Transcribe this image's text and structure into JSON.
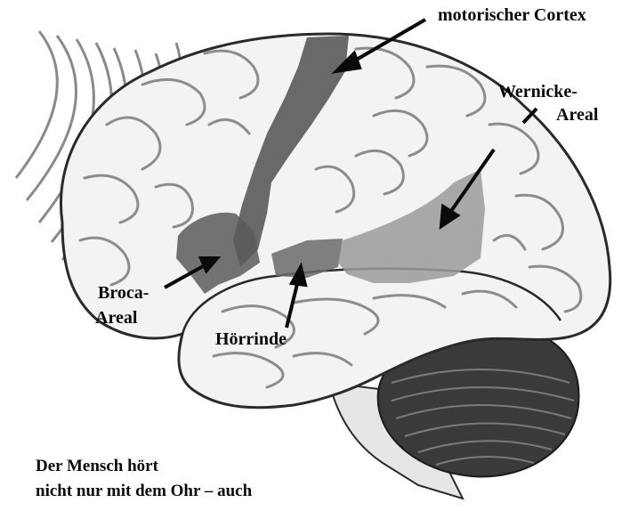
{
  "labels": {
    "motor_cortex": "motorischer Cortex",
    "wernicke_line1": "Wernicke-",
    "wernicke_line2": "Areal",
    "broca_line1": "Broca-",
    "broca_line2": "Areal",
    "auditory_cortex": "Hörrinde"
  },
  "caption": {
    "line1": "Der Mensch hört",
    "line2": "nicht nur mit dem Ohr – auch"
  },
  "colors": {
    "brain_fill": "#f3f3f3",
    "sulcus": "#8c8c8c",
    "outline": "#2a2a2a",
    "region_dark": "#5a5a5a",
    "region_mid": "#9a9a9a",
    "cerebellum": "#3a3a3a",
    "text": "#0a0a0a"
  }
}
